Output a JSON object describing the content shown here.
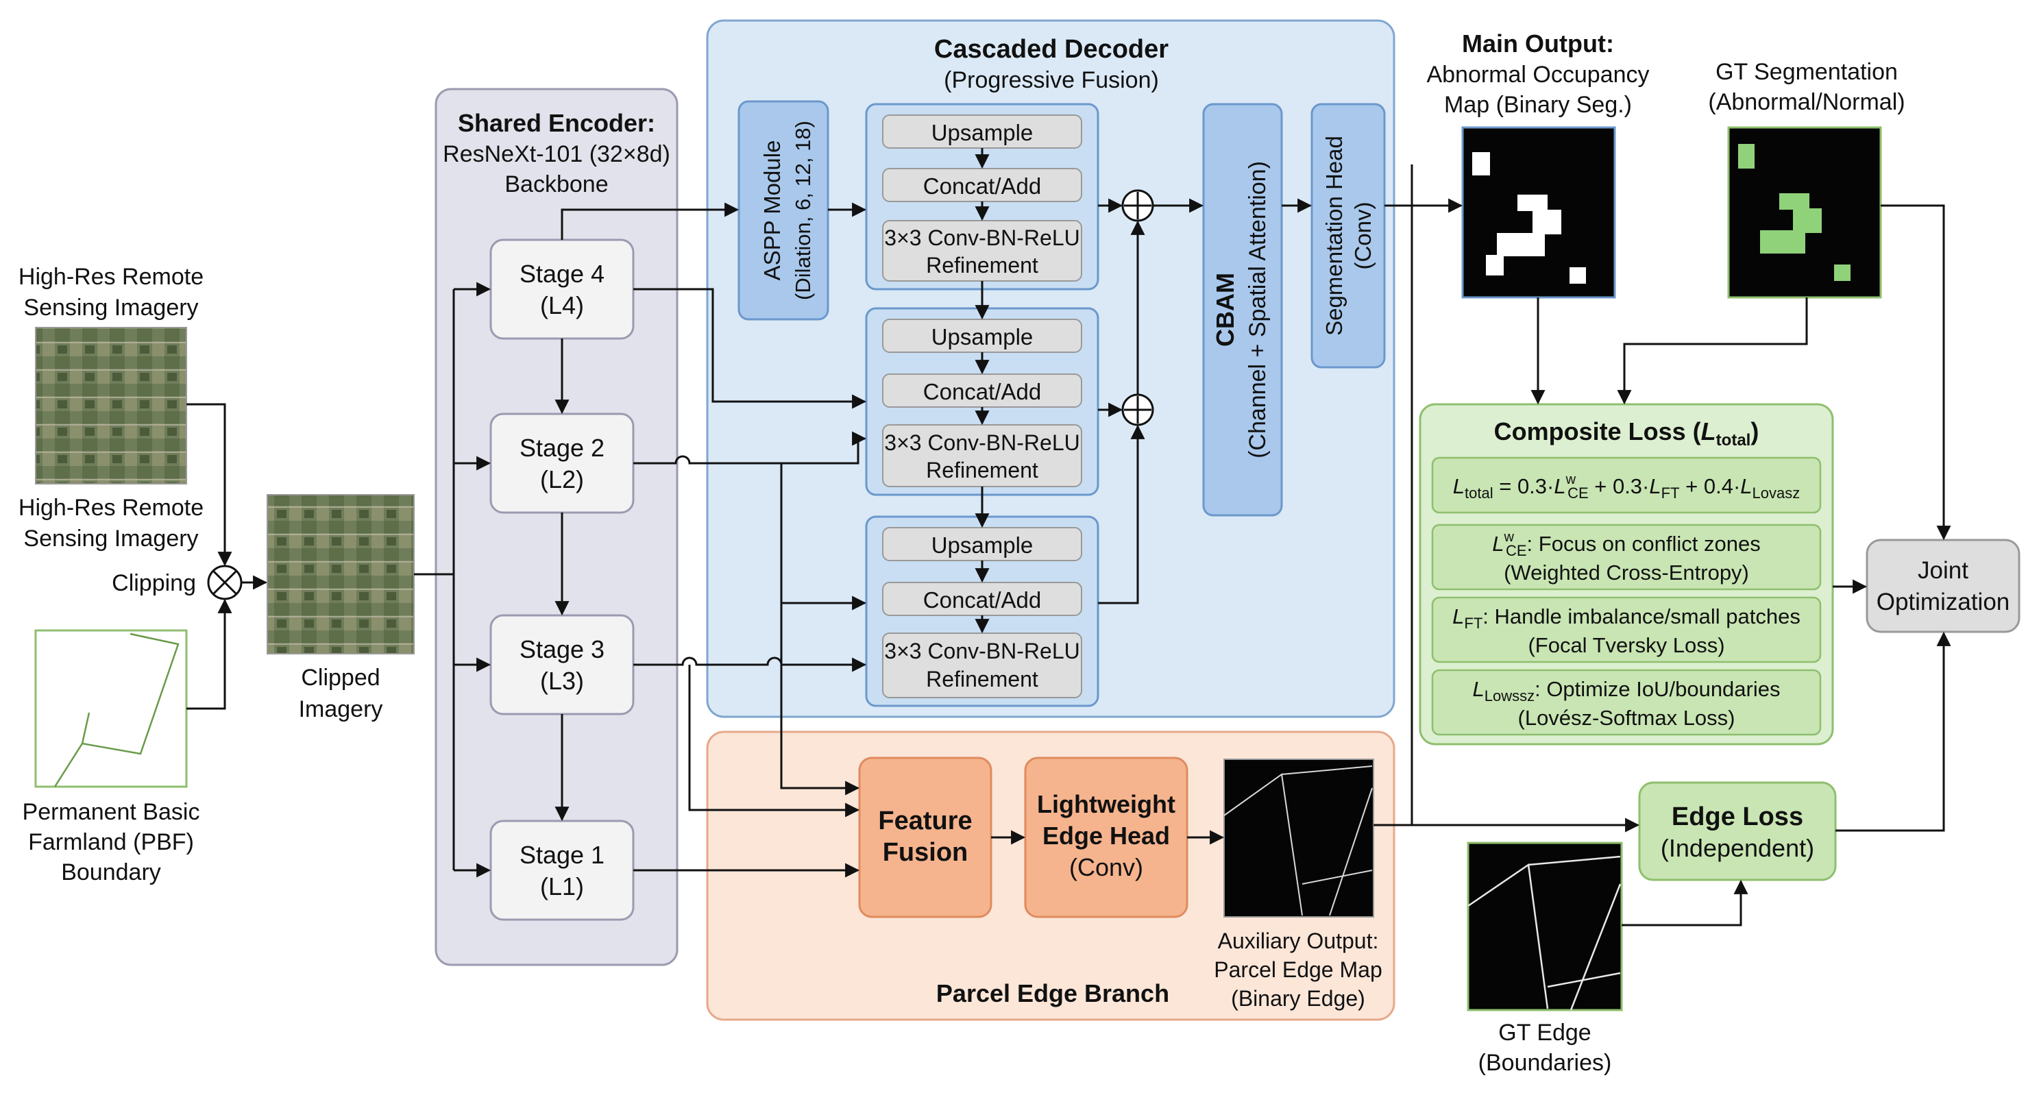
{
  "inputs": {
    "hr_image_label_1": "High-Res Remote",
    "hr_image_label_2": "Sensing Imagery",
    "hr_caption_1": "High-Res Remote",
    "hr_caption_2": "Sensing Imagery",
    "clipping_label": "Clipping",
    "pbf_label_1": "Permanent Basic",
    "pbf_label_2": "Farmland (PBF)",
    "pbf_label_3": "Boundary",
    "clipped_label_1": "Clipped",
    "clipped_label_2": "Imagery"
  },
  "encoder": {
    "title": "Shared Encoder:",
    "subtitle_1": "ResNeXt-101 (32×8d)",
    "subtitle_2": "Backbone",
    "stages": [
      {
        "name": "Stage 4",
        "level": "(L4)"
      },
      {
        "name": "Stage 2",
        "level": "(L2)"
      },
      {
        "name": "Stage 3",
        "level": "(L3)"
      },
      {
        "name": "Stage 1",
        "level": "(L1)"
      }
    ]
  },
  "decoder": {
    "title": "Cascaded Decoder",
    "subtitle": "(Progressive Fusion)",
    "aspp_1": "ASPP Module",
    "aspp_2": "(Dilation, 6, 12, 18)",
    "blocks": [
      {
        "upsample": "Upsample",
        "concat": "Concat/Add",
        "conv_1": "3×3 Conv-BN-ReLU",
        "conv_2": "Refinement"
      },
      {
        "upsample": "Upsample",
        "concat": "Concat/Add",
        "conv_1": "3×3 Conv-BN-ReLU",
        "conv_2": "Refinement"
      },
      {
        "upsample": "Upsample",
        "concat": "Concat/Add",
        "conv_1": "3×3 Conv-BN-ReLU",
        "conv_2": "Refinement"
      }
    ],
    "cbam_1": "CBAM",
    "cbam_2": "(Channel + Spatial Attention)",
    "seg_head_1": "Segmentation Head",
    "seg_head_2": "(Conv)"
  },
  "outputs": {
    "main_title": "Main Output:",
    "main_sub_1": "Abnormal Occupancy",
    "main_sub_2": "Map (Binary Seg.)",
    "gt_seg_1": "GT Segmentation",
    "gt_seg_2": "(Abnormal/Normal)",
    "aux_1": "Auxiliary Output:",
    "aux_2": "Parcel Edge Map",
    "aux_3": "(Binary Edge)",
    "gt_edge_1": "GT Edge",
    "gt_edge_2": "(Boundaries)"
  },
  "loss": {
    "title_prefix": "Composite Loss (",
    "title_symbol": "L",
    "title_sub": "total",
    "title_suffix": ")",
    "formula": {
      "lhs": "L",
      "lhs_sub": "total",
      "t1": " = 0.3·",
      "ce": "L",
      "ce_sub": "CE",
      "ce_sup": "w",
      "t2": " + 0.3·",
      "ft": "L",
      "ft_sub": "FT",
      "t3": " + 0.4·",
      "lov": "L",
      "lov_sub": "Lovasz"
    },
    "items": [
      {
        "sym": "L",
        "sub": "CE",
        "sup": "w",
        "desc": ": Focus on conflict zones",
        "name": "(Weighted Cross-Entropy)"
      },
      {
        "sym": "L",
        "sub": "FT",
        "sup": "",
        "desc": ": Handle imbalance/small patches",
        "name": "(Focal Tversky Loss)"
      },
      {
        "sym": "L",
        "sub": "Lowssz",
        "sup": "",
        "desc": ": Optimize IoU/boundaries",
        "name": "(Lovész-Softmax Loss)"
      }
    ],
    "joint_1": "Joint",
    "joint_2": "Optimization",
    "edge_loss_1": "Edge Loss",
    "edge_loss_2": "(Independent)"
  },
  "edge_branch": {
    "title": "Parcel Edge Branch",
    "fusion_1": "Feature",
    "fusion_2": "Fusion",
    "head_1": "Lightweight",
    "head_2": "Edge Head",
    "head_3": "(Conv)"
  },
  "colors": {
    "encoder_fill": "#e2e2ec",
    "decoder_fill": "#dbe9f6",
    "block_fill": "#c9def3",
    "blue_box": "#a9c8ec",
    "edge_fill": "#fbe6d8",
    "orange_box": "#f5b48e",
    "green_fill": "#dcefd0",
    "green_box": "#c8e5b3",
    "green_stroke": "#8fbf6e"
  }
}
